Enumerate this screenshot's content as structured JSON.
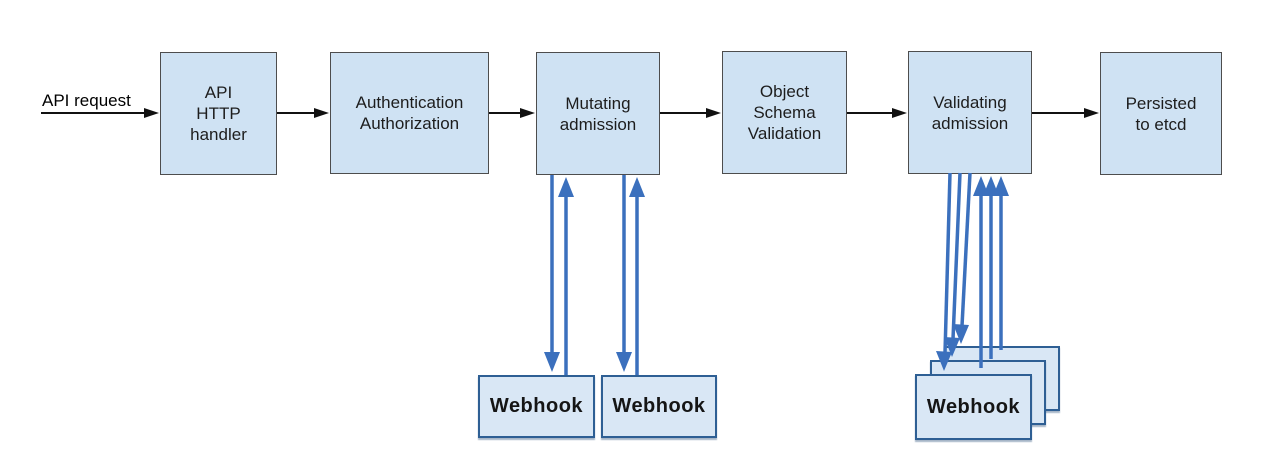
{
  "colors": {
    "box_fill": "#cfe2f3",
    "box_border": "#4d4d4d",
    "webhook_fill": "#d9e7f5",
    "webhook_border": "#2e5f94",
    "arrow_black": "#111111",
    "arrow_blue": "#3b70bd"
  },
  "diagram": {
    "request_label": "API request",
    "stages": [
      {
        "name": "api-http-handler",
        "lines": [
          "API",
          "HTTP",
          "handler"
        ]
      },
      {
        "name": "authentication-authorization",
        "lines": [
          "Authentication",
          "Authorization"
        ]
      },
      {
        "name": "mutating-admission",
        "lines": [
          "Mutating",
          "admission"
        ]
      },
      {
        "name": "object-schema-validation",
        "lines": [
          "Object",
          "Schema",
          "Validation"
        ]
      },
      {
        "name": "validating-admission",
        "lines": [
          "Validating",
          "admission"
        ]
      },
      {
        "name": "persisted-to-etcd",
        "lines": [
          "Persisted",
          "to etcd"
        ]
      }
    ],
    "webhooks": {
      "mutating": [
        {
          "label": "Webhook"
        },
        {
          "label": "Webhook"
        }
      ],
      "validating": {
        "front_label": "Webhook"
      }
    }
  }
}
